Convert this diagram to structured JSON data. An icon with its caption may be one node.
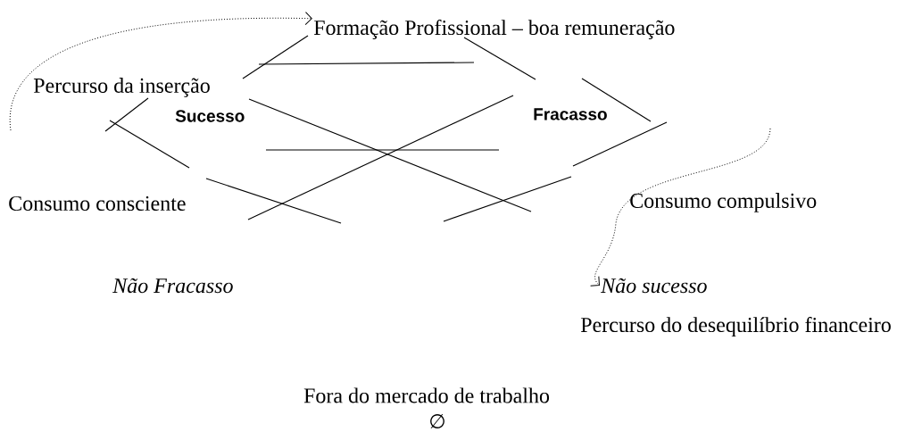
{
  "diagram": {
    "nodes": [
      {
        "text": [
          "Formação Profissional – boa remuneração"
        ]
      },
      {
        "text": [
          "Não sucesso"
        ]
      }
    ],
    "edges": [
      {
        "from": null,
        "to": 0,
        "arrow": "to",
        "style": "dashed"
      },
      {
        "from": null,
        "to": 1,
        "arrow": "to",
        "style": "dashed"
      }
    ],
    "labels": [
      "Percurso da inserção",
      "Sucesso",
      "Fracasso",
      "Consumo consciente",
      "Consumo compulsivo",
      "Não Fracasso",
      "Percurso do desequilíbrio financeiro",
      "Fora do mercado de trabalho",
      "∅"
    ]
  }
}
